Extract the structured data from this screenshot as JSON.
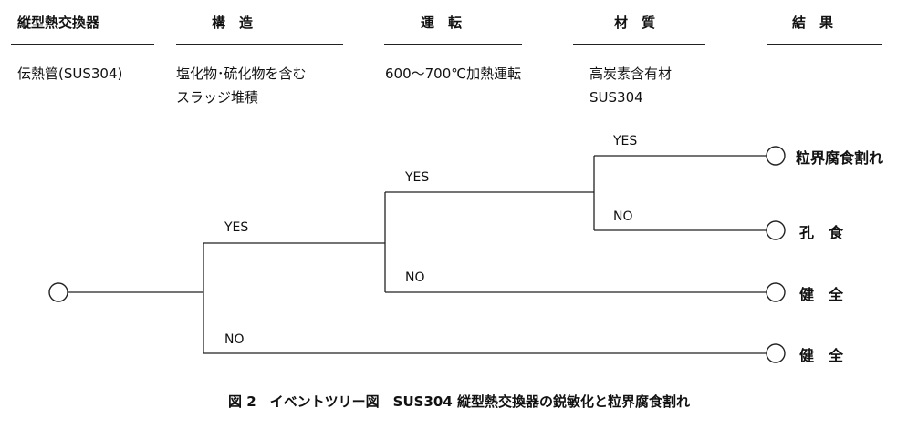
{
  "headers": [
    "縦型熱交換器",
    "構　造",
    "運　転",
    "材　質",
    "結　果"
  ],
  "stage_descriptions": {
    "equipment": "伝熱管(SUS304)",
    "structure_line1": "塩化物･硫化物を含む",
    "structure_line2": "スラッジ堆積",
    "operation": "600～700℃加熱運転",
    "material_line1": "高炭素含有材",
    "material_line2": "SUS304"
  },
  "branch_labels": {
    "structure_yes": "YES",
    "structure_no": "NO",
    "operation_yes": "YES",
    "operation_no": "NO",
    "material_yes": "YES",
    "material_no": "NO"
  },
  "outcomes": [
    "粒界腐食割れ",
    "孔　食",
    "健　全",
    "健　全"
  ],
  "caption": "図 2　イベントツリー図　SUS304 縦型熱交換器の鋭敏化と粒界腐食割れ"
}
